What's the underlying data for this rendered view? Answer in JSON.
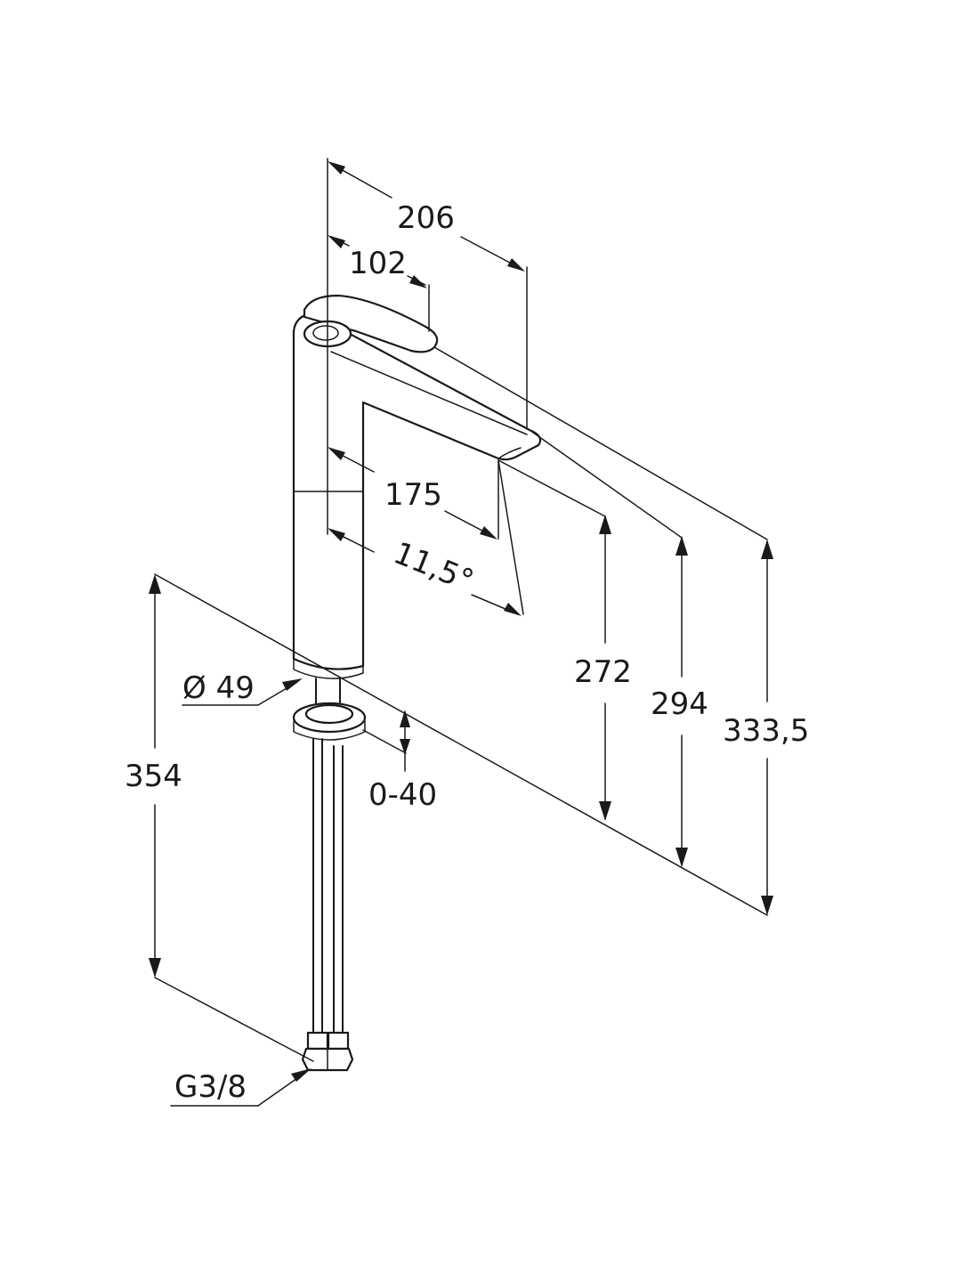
{
  "dimensions": {
    "spout_reach_total": "206",
    "lever_offset": "102",
    "spout_reach": "175",
    "spout_angle": "11,5°",
    "spout_outlet_height": "272",
    "spout_top_height": "294",
    "overall_height": "333,5",
    "body_diameter": "Ø 49",
    "supply_hose_length": "354",
    "deck_thickness": "0-40",
    "connection_thread": "G3/8"
  }
}
